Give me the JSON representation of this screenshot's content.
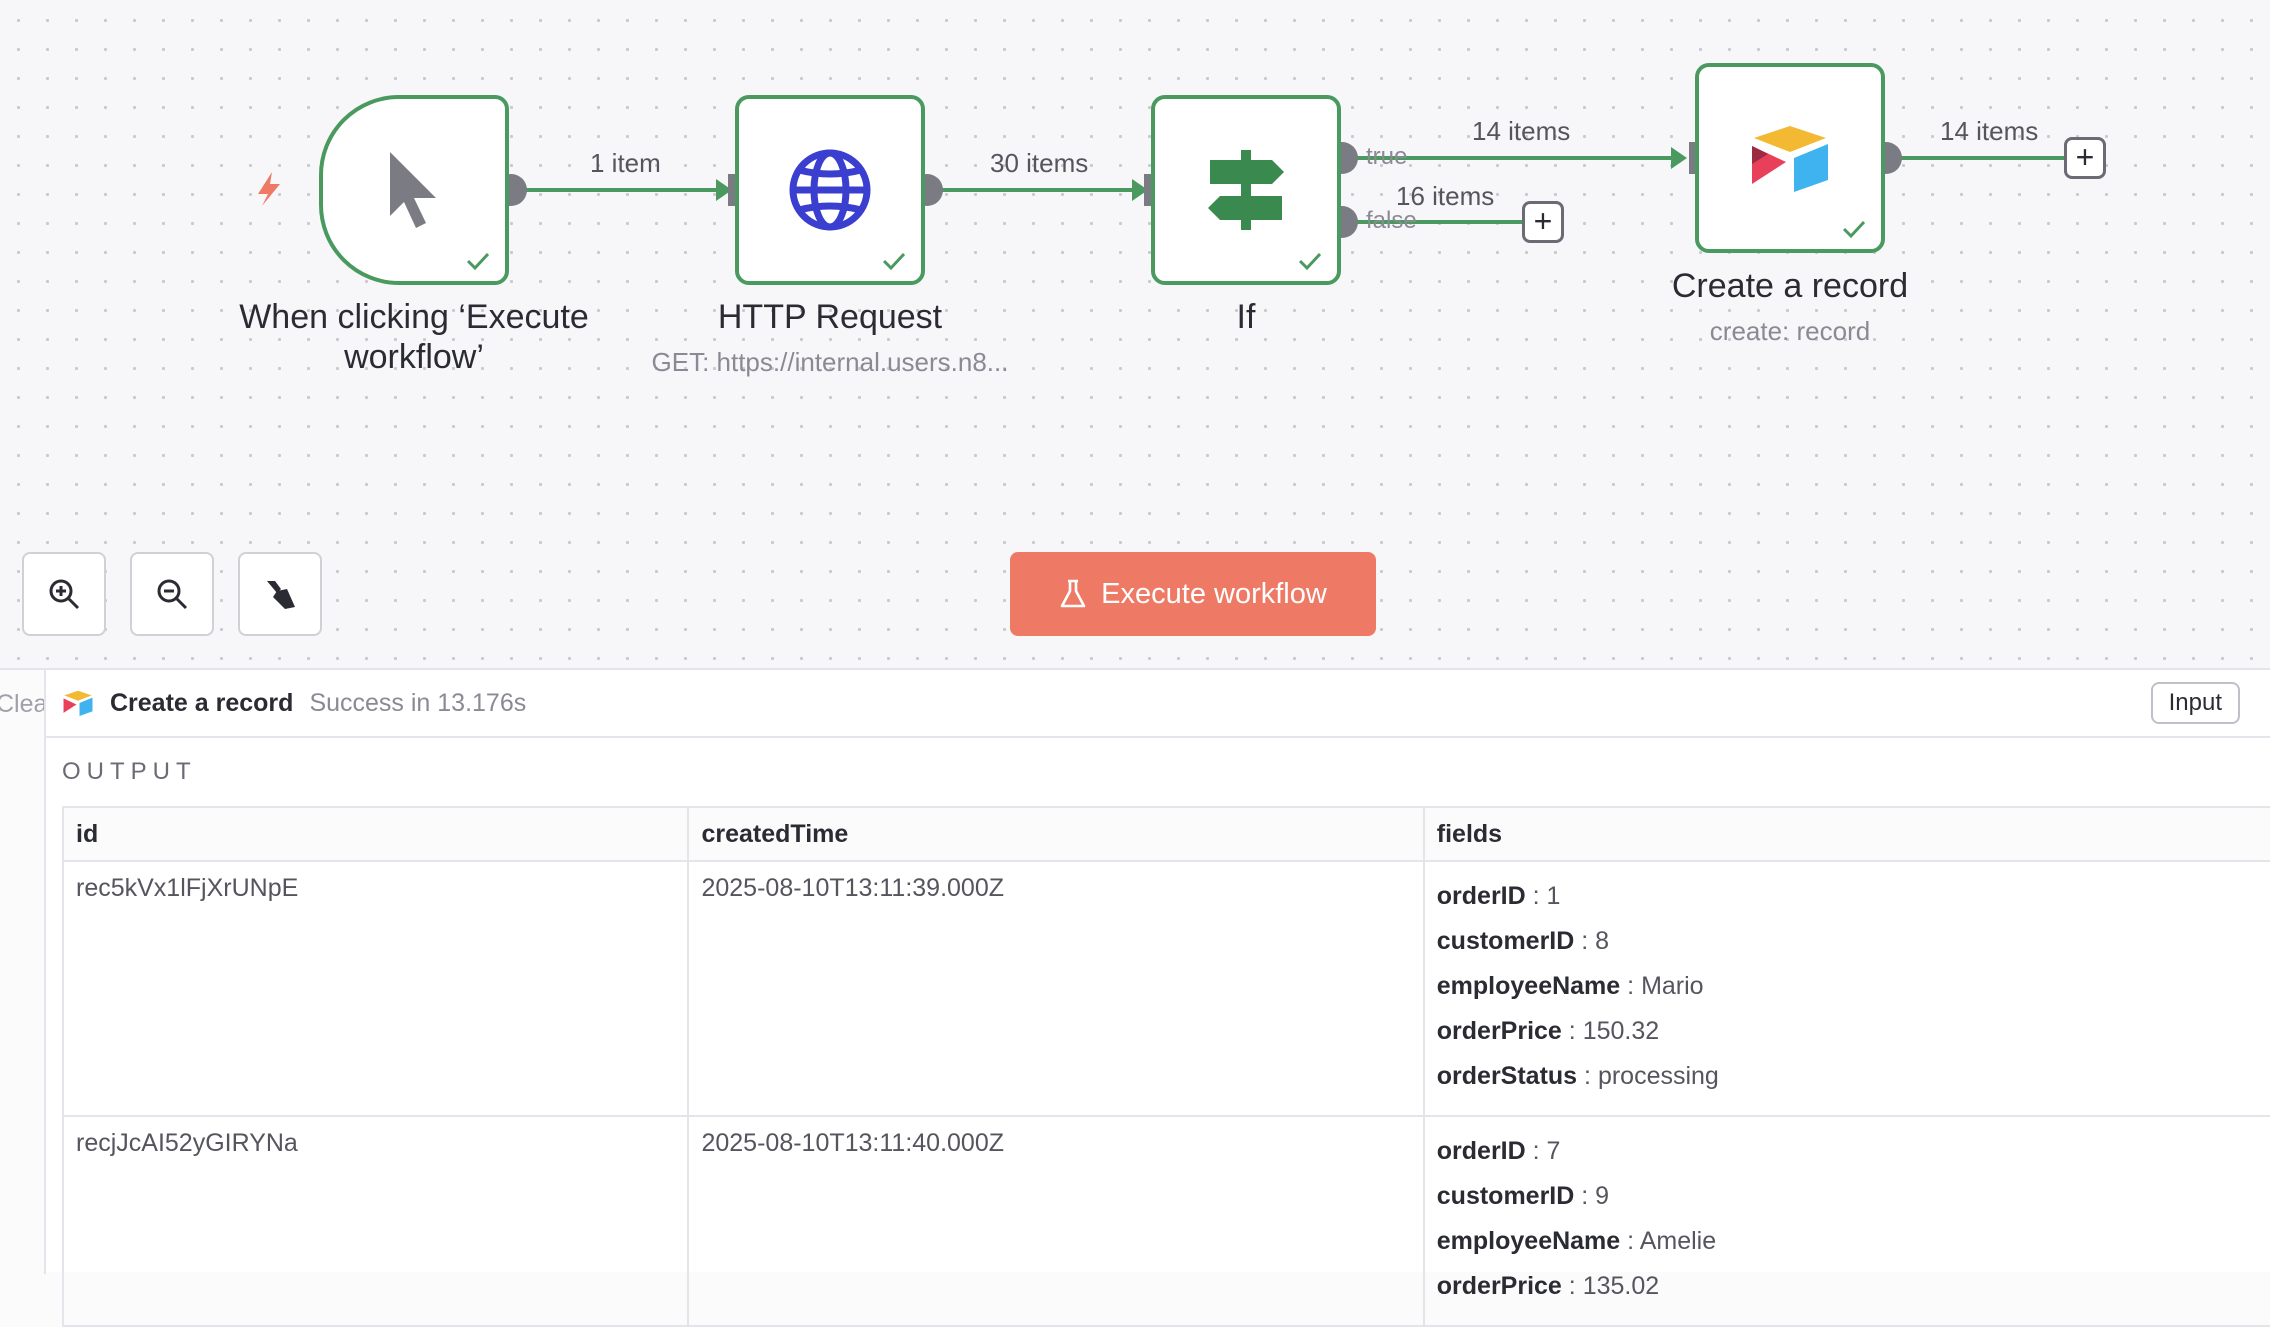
{
  "canvas": {
    "nodes": [
      {
        "id": "trigger",
        "title": "When clicking ‘Execute workflow’",
        "subtitle": ""
      },
      {
        "id": "http",
        "title": "HTTP Request",
        "subtitle": "GET: https://internal.users.n8..."
      },
      {
        "id": "if",
        "title": "If",
        "subtitle": ""
      },
      {
        "id": "airtable",
        "title": "Create a record",
        "subtitle": "create: record"
      }
    ],
    "edges": {
      "trigger_to_http": "1 item",
      "http_to_if": "30 items",
      "if_true": "14 items",
      "if_false": "16 items",
      "airtable_out": "14 items"
    },
    "ports": {
      "true": "true",
      "false": "false"
    },
    "execute_label": "Execute workflow",
    "colors": {
      "success": "#4a9a5f",
      "execute": "#ee7a66",
      "trigger": "#ee7a66",
      "globe": "#3b3fd0",
      "if": "#3a8a4f"
    }
  },
  "panel": {
    "clear_label": "Clea",
    "node_name": "Create a record",
    "status": "Success in 13.176s",
    "input_label": "Input",
    "output_label": "OUTPUT",
    "columns": [
      "id",
      "createdTime",
      "fields"
    ],
    "rows": [
      {
        "id": "rec5kVx1lFjXrUNpE",
        "createdTime": "2025-08-10T13:11:39.000Z",
        "fields": [
          {
            "key": "orderID",
            "value": "1"
          },
          {
            "key": "customerID",
            "value": "8"
          },
          {
            "key": "employeeName",
            "value": "Mario"
          },
          {
            "key": "orderPrice",
            "value": "150.32"
          },
          {
            "key": "orderStatus",
            "value": "processing"
          }
        ]
      },
      {
        "id": "recjJcAI52yGIRYNa",
        "createdTime": "2025-08-10T13:11:40.000Z",
        "fields": [
          {
            "key": "orderID",
            "value": "7"
          },
          {
            "key": "customerID",
            "value": "9"
          },
          {
            "key": "employeeName",
            "value": "Amelie"
          },
          {
            "key": "orderPrice",
            "value": "135.02"
          }
        ]
      }
    ],
    "field_separator": ":"
  }
}
